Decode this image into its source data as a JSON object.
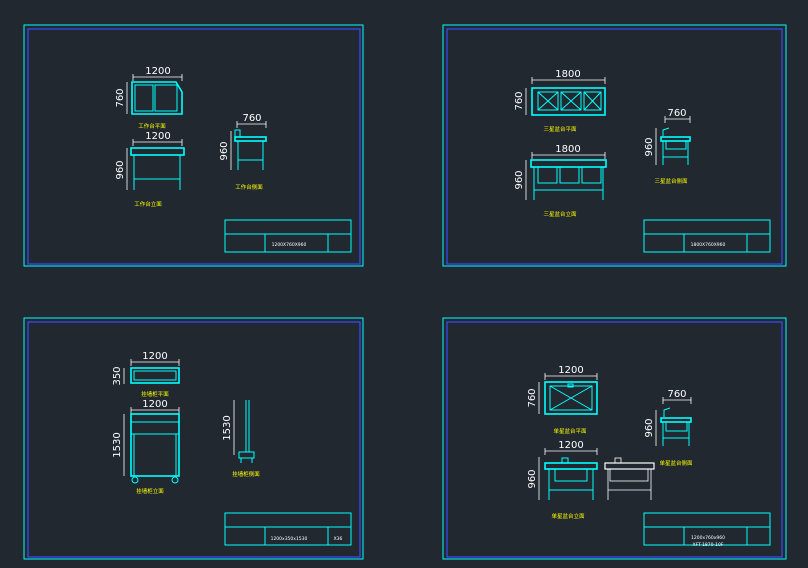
{
  "sheets": [
    {
      "id": "work_table",
      "dims": {
        "plan_width": "1200",
        "plan_depth": "760",
        "front_width": "1200",
        "front_height": "960",
        "side_depth": "760",
        "side_height": "960"
      },
      "labels": {
        "plan": "工作台平面",
        "front": "工作台立面",
        "side": "工作台侧面"
      },
      "title_block": {
        "spec": "1200X760X960",
        "extra": ""
      }
    },
    {
      "id": "triple_sink",
      "dims": {
        "plan_width": "1800",
        "plan_depth": "760",
        "front_width": "1800",
        "front_height": "960",
        "side_depth": "760",
        "side_height": "960"
      },
      "labels": {
        "plan": "三星盆台平面",
        "front": "三星盆台立面",
        "side": "三星盆台侧面"
      },
      "title_block": {
        "spec": "1800X760X960",
        "extra": ""
      }
    },
    {
      "id": "cabinet",
      "dims": {
        "plan_width": "1200",
        "plan_depth": "350",
        "front_width": "1200",
        "front_height": "1530",
        "side_height": "1530"
      },
      "labels": {
        "plan": "挂墙柜平面",
        "front": "挂墙柜立面",
        "side": "挂墙柜侧面"
      },
      "title_block": {
        "spec": "1200x350x1530",
        "extra": "X36"
      }
    },
    {
      "id": "large_sink",
      "dims": {
        "plan_width": "1200",
        "plan_depth": "760",
        "front_width": "1200",
        "front_height": "960",
        "side_depth": "760",
        "side_height": "960"
      },
      "labels": {
        "plan": "单星盆台平面",
        "front": "单星盆台立面",
        "side": "单星盆台侧面"
      },
      "title_block": {
        "spec": "1200x760x960",
        "extra": "XFT-1870-10F"
      }
    }
  ]
}
